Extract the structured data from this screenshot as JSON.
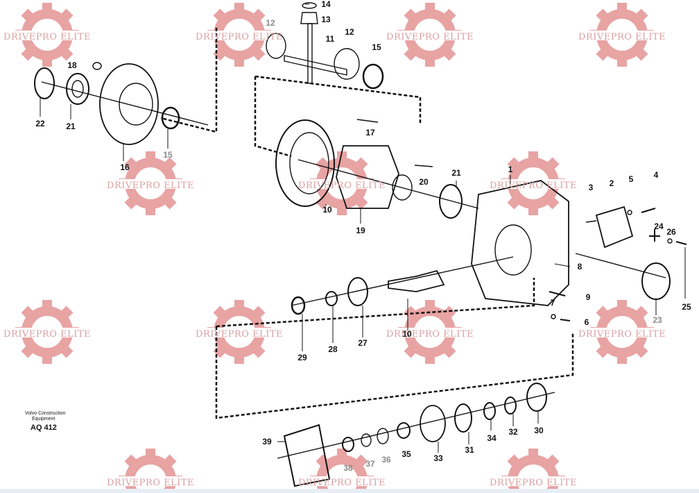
{
  "watermark": {
    "text": "DRIVEPRO ELITE",
    "color": "#e08585"
  },
  "caption": {
    "brand_line1": "Volvo Construction",
    "brand_line2": "Equipment",
    "code": "AQ 412"
  },
  "callouts": [
    {
      "id": "c14",
      "label": "14",
      "faded": false
    },
    {
      "id": "c13",
      "label": "13",
      "faded": false
    },
    {
      "id": "c12a",
      "label": "12",
      "faded": true
    },
    {
      "id": "c11",
      "label": "11",
      "faded": false
    },
    {
      "id": "c12b",
      "label": "12",
      "faded": false
    },
    {
      "id": "c15a",
      "label": "15",
      "faded": false
    },
    {
      "id": "c18",
      "label": "18",
      "faded": false
    },
    {
      "id": "c22",
      "label": "22",
      "faded": false
    },
    {
      "id": "c21a",
      "label": "21",
      "faded": false
    },
    {
      "id": "c16",
      "label": "16",
      "faded": false
    },
    {
      "id": "c15b",
      "label": "15",
      "faded": true
    },
    {
      "id": "c17",
      "label": "17",
      "faded": false
    },
    {
      "id": "c20",
      "label": "20",
      "faded": false
    },
    {
      "id": "c21b",
      "label": "21",
      "faded": false
    },
    {
      "id": "c10a",
      "label": "10",
      "faded": false
    },
    {
      "id": "c19",
      "label": "19",
      "faded": false
    },
    {
      "id": "c1",
      "label": "1",
      "faded": false
    },
    {
      "id": "c3",
      "label": "3",
      "faded": false
    },
    {
      "id": "c2",
      "label": "2",
      "faded": false
    },
    {
      "id": "c5",
      "label": "5",
      "faded": false
    },
    {
      "id": "c4",
      "label": "4",
      "faded": false
    },
    {
      "id": "c24",
      "label": "24",
      "faded": false
    },
    {
      "id": "c26",
      "label": "26",
      "faded": false
    },
    {
      "id": "c8",
      "label": "8",
      "faded": false
    },
    {
      "id": "c9",
      "label": "9",
      "faded": false
    },
    {
      "id": "c7",
      "label": "7",
      "faded": false
    },
    {
      "id": "c6",
      "label": "6",
      "faded": false
    },
    {
      "id": "c25",
      "label": "25",
      "faded": false
    },
    {
      "id": "c23",
      "label": "23",
      "faded": true
    },
    {
      "id": "c29",
      "label": "29",
      "faded": false
    },
    {
      "id": "c28",
      "label": "28",
      "faded": false
    },
    {
      "id": "c27",
      "label": "27",
      "faded": false
    },
    {
      "id": "c10b",
      "label": "10",
      "faded": false
    },
    {
      "id": "c39",
      "label": "39",
      "faded": false
    },
    {
      "id": "c38",
      "label": "38",
      "faded": true
    },
    {
      "id": "c37",
      "label": "37",
      "faded": true
    },
    {
      "id": "c36",
      "label": "36",
      "faded": true
    },
    {
      "id": "c35",
      "label": "35",
      "faded": false
    },
    {
      "id": "c33",
      "label": "33",
      "faded": false
    },
    {
      "id": "c31",
      "label": "31",
      "faded": false
    },
    {
      "id": "c34",
      "label": "34",
      "faded": false
    },
    {
      "id": "c32",
      "label": "32",
      "faded": false
    },
    {
      "id": "c30",
      "label": "30",
      "faded": false
    }
  ]
}
